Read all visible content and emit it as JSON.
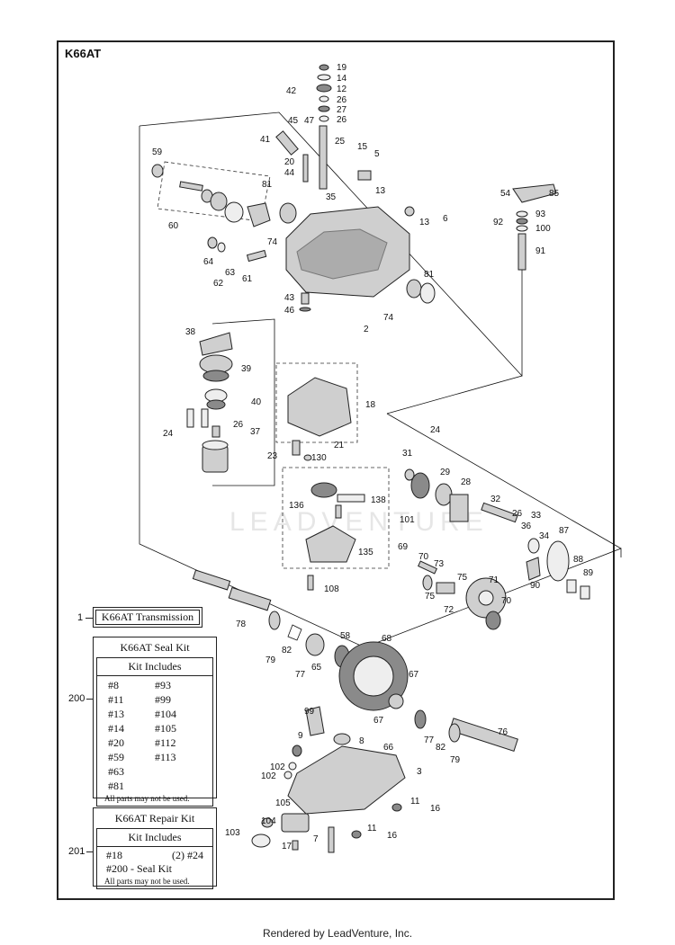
{
  "diagram": {
    "title": "K66AT",
    "watermark": "LEADVENTURE",
    "labels": [
      "19",
      "14",
      "12",
      "26",
      "27",
      "26",
      "42",
      "45",
      "47",
      "25",
      "41",
      "15",
      "5",
      "20",
      "44",
      "35",
      "13",
      "59",
      "81",
      "54",
      "85",
      "93",
      "92",
      "100",
      "91",
      "13",
      "6",
      "60",
      "74",
      "64",
      "63",
      "61",
      "62",
      "43",
      "46",
      "74",
      "2",
      "81",
      "38",
      "39",
      "40",
      "26",
      "37",
      "24",
      "18",
      "21",
      "23",
      "130",
      "31",
      "24",
      "29",
      "28",
      "32",
      "26",
      "36",
      "33",
      "87",
      "34",
      "136",
      "138",
      "101",
      "135",
      "69",
      "70",
      "73",
      "75",
      "71",
      "88",
      "89",
      "90",
      "108",
      "75",
      "72",
      "70",
      "78",
      "79",
      "82",
      "77",
      "65",
      "58",
      "68",
      "67",
      "99",
      "9",
      "8",
      "67",
      "66",
      "77",
      "82",
      "79",
      "76",
      "102",
      "102",
      "3",
      "11",
      "16",
      "105",
      "104",
      "103",
      "17",
      "7",
      "11",
      "16"
    ]
  },
  "callouts": {
    "transmission": "1",
    "seal_kit": "200",
    "repair_kit": "201"
  },
  "transmission_box": {
    "label": "K66AT Transmission"
  },
  "seal_kit": {
    "title": "K66AT Seal Kit",
    "header": "Kit Includes",
    "items": [
      "#8",
      "#93",
      "#11",
      "#99",
      "#13",
      "#104",
      "#14",
      "#105",
      "#20",
      "#112",
      "#59",
      "#113",
      "#63",
      "",
      "#81",
      ""
    ],
    "note": "All parts may not be used."
  },
  "repair_kit": {
    "title": "K66AT Repair Kit",
    "header": "Kit Includes",
    "row1_left": "#18",
    "row1_right": "(2) #24",
    "row2": "#200 - Seal Kit",
    "note": "All parts may not be used."
  },
  "footer": "Rendered by LeadVenture, Inc."
}
